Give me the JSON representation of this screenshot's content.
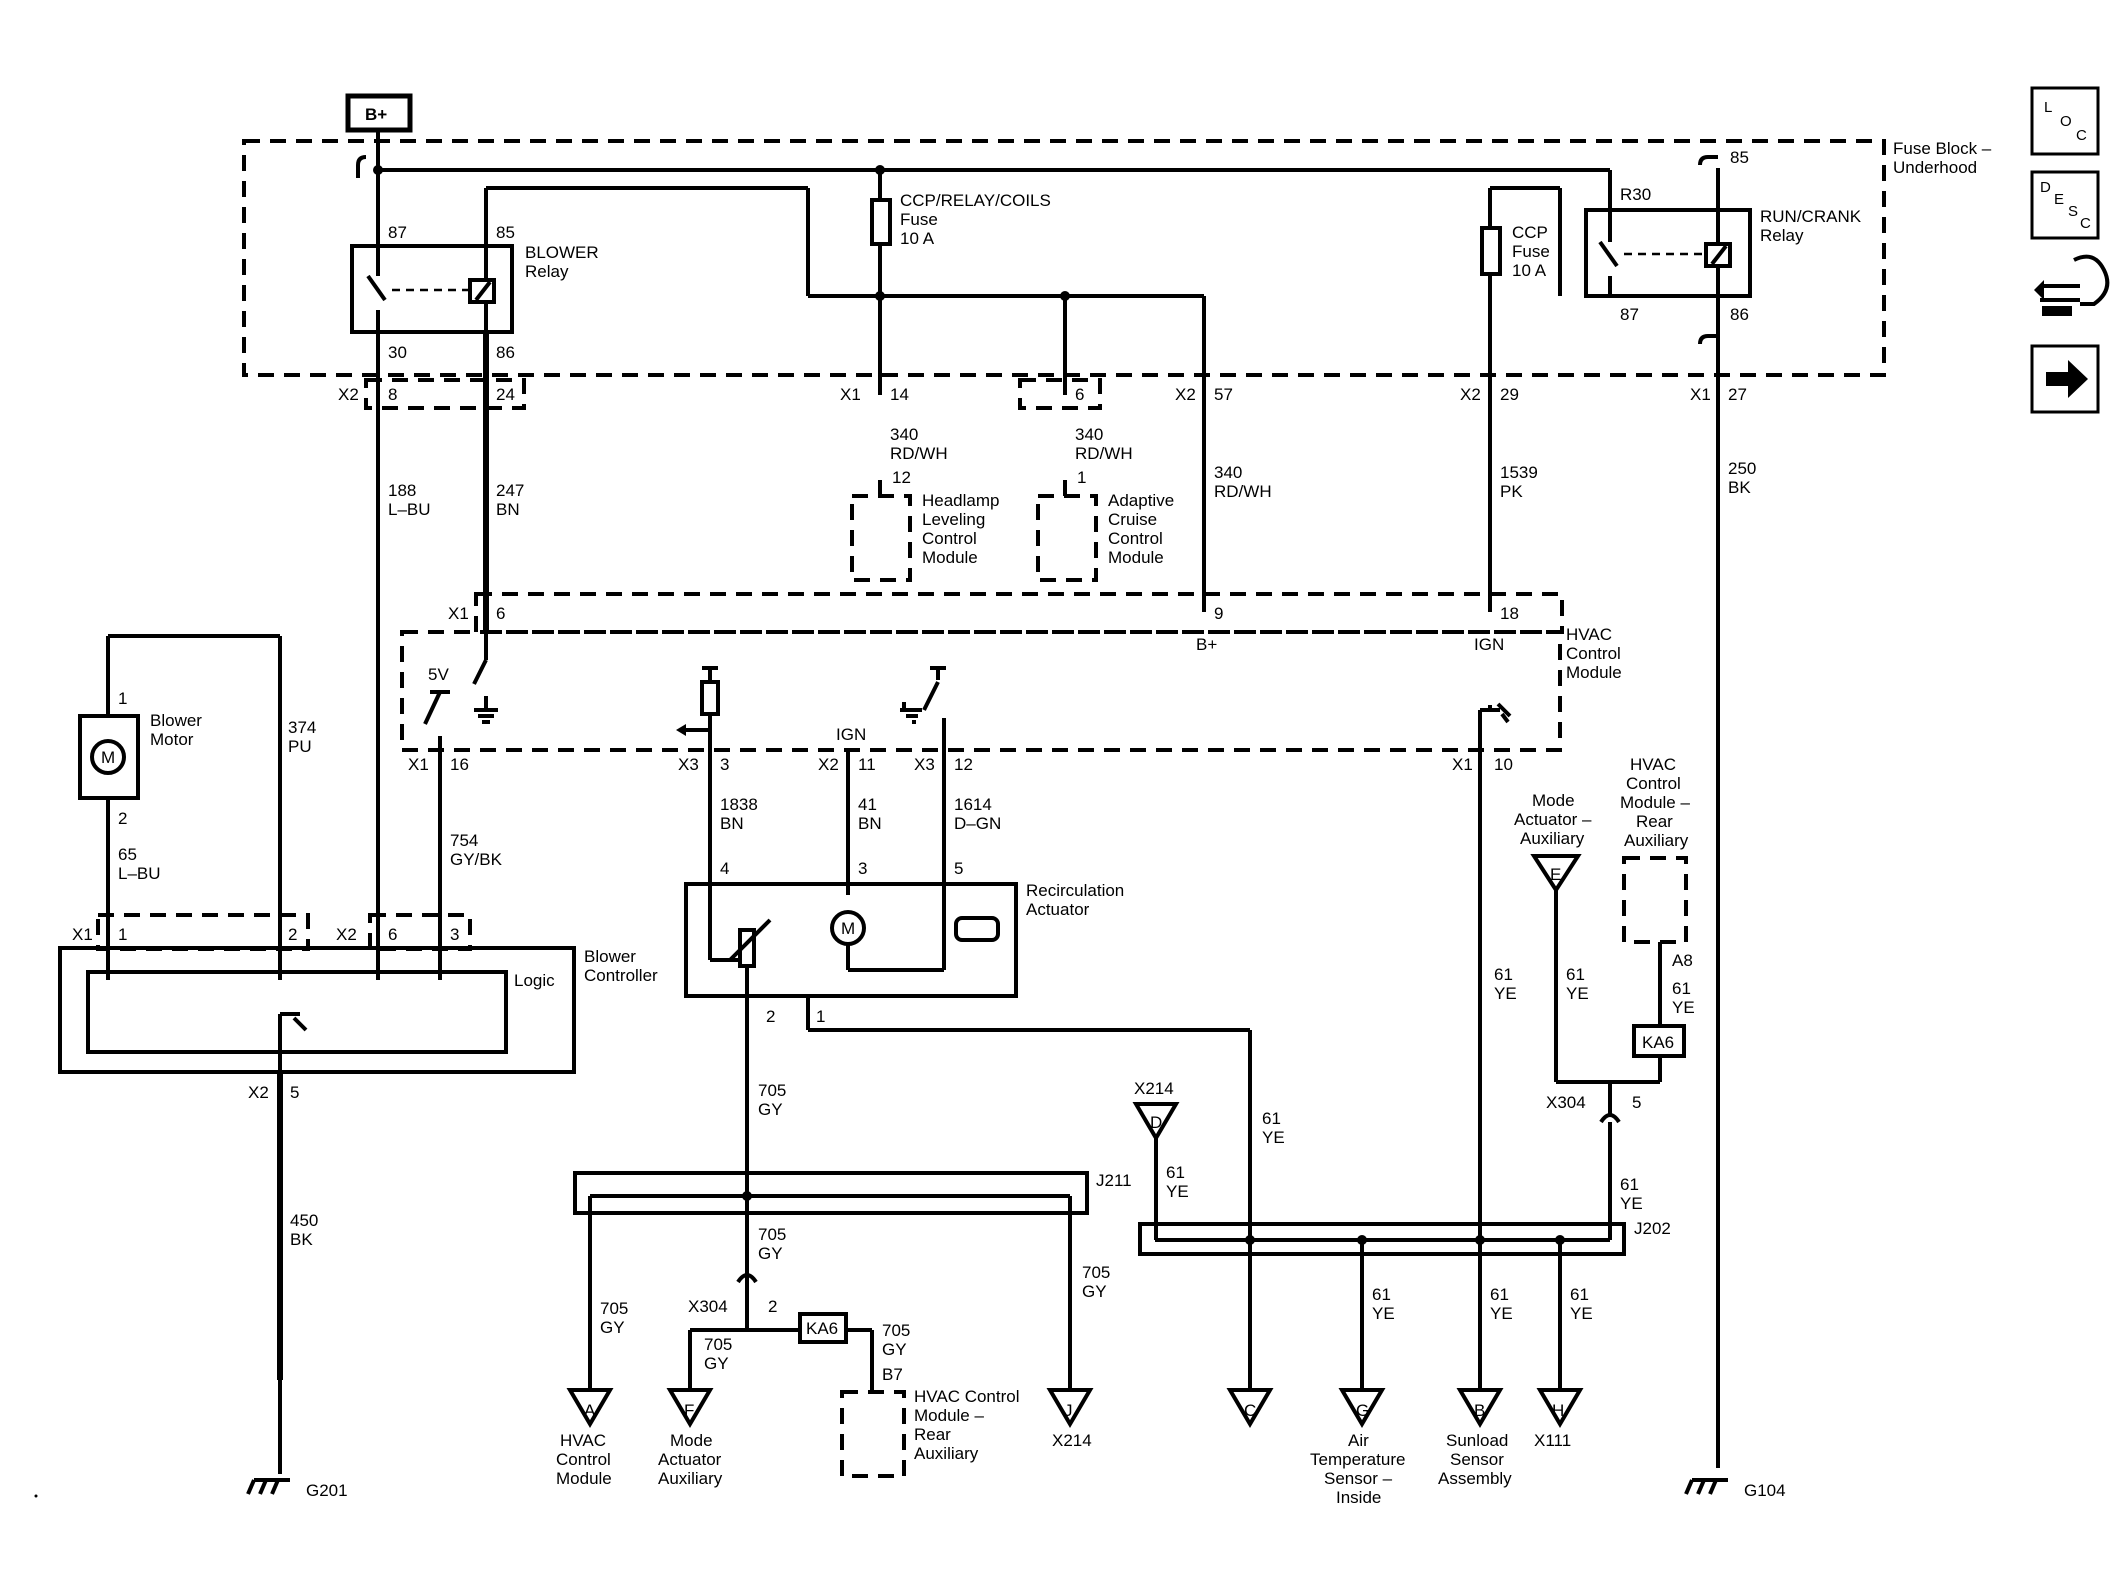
{
  "labels": {
    "bplus_box": "B+",
    "fuse_block_1": "Fuse Block –",
    "fuse_block_2": "Underhood",
    "blower_relay_1": "BLOWER",
    "blower_relay_2": "Relay",
    "ccp_relay_fuse_1": "CCP/RELAY/COILS",
    "ccp_relay_fuse_2": "Fuse",
    "ccp_relay_fuse_3": "10 A",
    "ccp_fuse_1": "CCP",
    "ccp_fuse_2": "Fuse",
    "ccp_fuse_3": "10 A",
    "run_crank_1": "RUN/CRANK",
    "run_crank_2": "Relay",
    "headlamp_1": "Headlamp",
    "headlamp_2": "Leveling",
    "headlamp_3": "Control",
    "headlamp_4": "Module",
    "acc_1": "Adaptive",
    "acc_2": "Cruise",
    "acc_3": "Control",
    "acc_4": "Module",
    "hvac_cm_1": "HVAC",
    "hvac_cm_2": "Control",
    "hvac_cm_3": "Module",
    "blower_motor_1": "Blower",
    "blower_motor_2": "Motor",
    "blower_ctrl_1": "Blower",
    "blower_ctrl_2": "Controller",
    "logic": "Logic",
    "recirc_1": "Recirculation",
    "recirc_2": "Actuator",
    "mode_aux_1": "Mode",
    "mode_aux_2": "Actuator –",
    "mode_aux_3": "Auxiliary",
    "hvac_rear_1": "HVAC",
    "hvac_rear_2": "Control",
    "hvac_rear_3": "Module –",
    "hvac_rear_4": "Rear",
    "hvac_rear_5": "Auxiliary",
    "bot_hvac_1": "HVAC",
    "bot_hvac_2": "Control",
    "bot_hvac_3": "Module",
    "bot_mode_1": "Mode",
    "bot_mode_2": "Actuator",
    "bot_mode_3": "Auxiliary",
    "bot_rear_1": "HVAC Control",
    "bot_rear_2": "Module –",
    "bot_rear_3": "Rear",
    "bot_rear_4": "Auxiliary",
    "air_temp_1": "Air",
    "air_temp_2": "Temperature",
    "air_temp_3": "Sensor –",
    "air_temp_4": "Inside",
    "sunload_1": "Sunload",
    "sunload_2": "Sensor",
    "sunload_3": "Assembly",
    "g201": "G201",
    "g104": "G104",
    "j211": "J211",
    "j202": "J202",
    "x214_top": "X214",
    "x214_bot": "X214",
    "x111": "X111",
    "x304_l": "X304",
    "x304_r": "X304",
    "ka6_l": "KA6",
    "ka6_r": "KA6",
    "v5": "5V",
    "ign1": "IGN",
    "ign2": "IGN",
    "bplus_pin": "B+",
    "motor_m": "M"
  },
  "side_icons": [
    {
      "name": "loc",
      "t1": "L",
      "t2": "O",
      "t3": "C"
    },
    {
      "name": "desc",
      "t1": "D",
      "t2": "E",
      "t3": "S",
      "t4": "C"
    }
  ]
}
